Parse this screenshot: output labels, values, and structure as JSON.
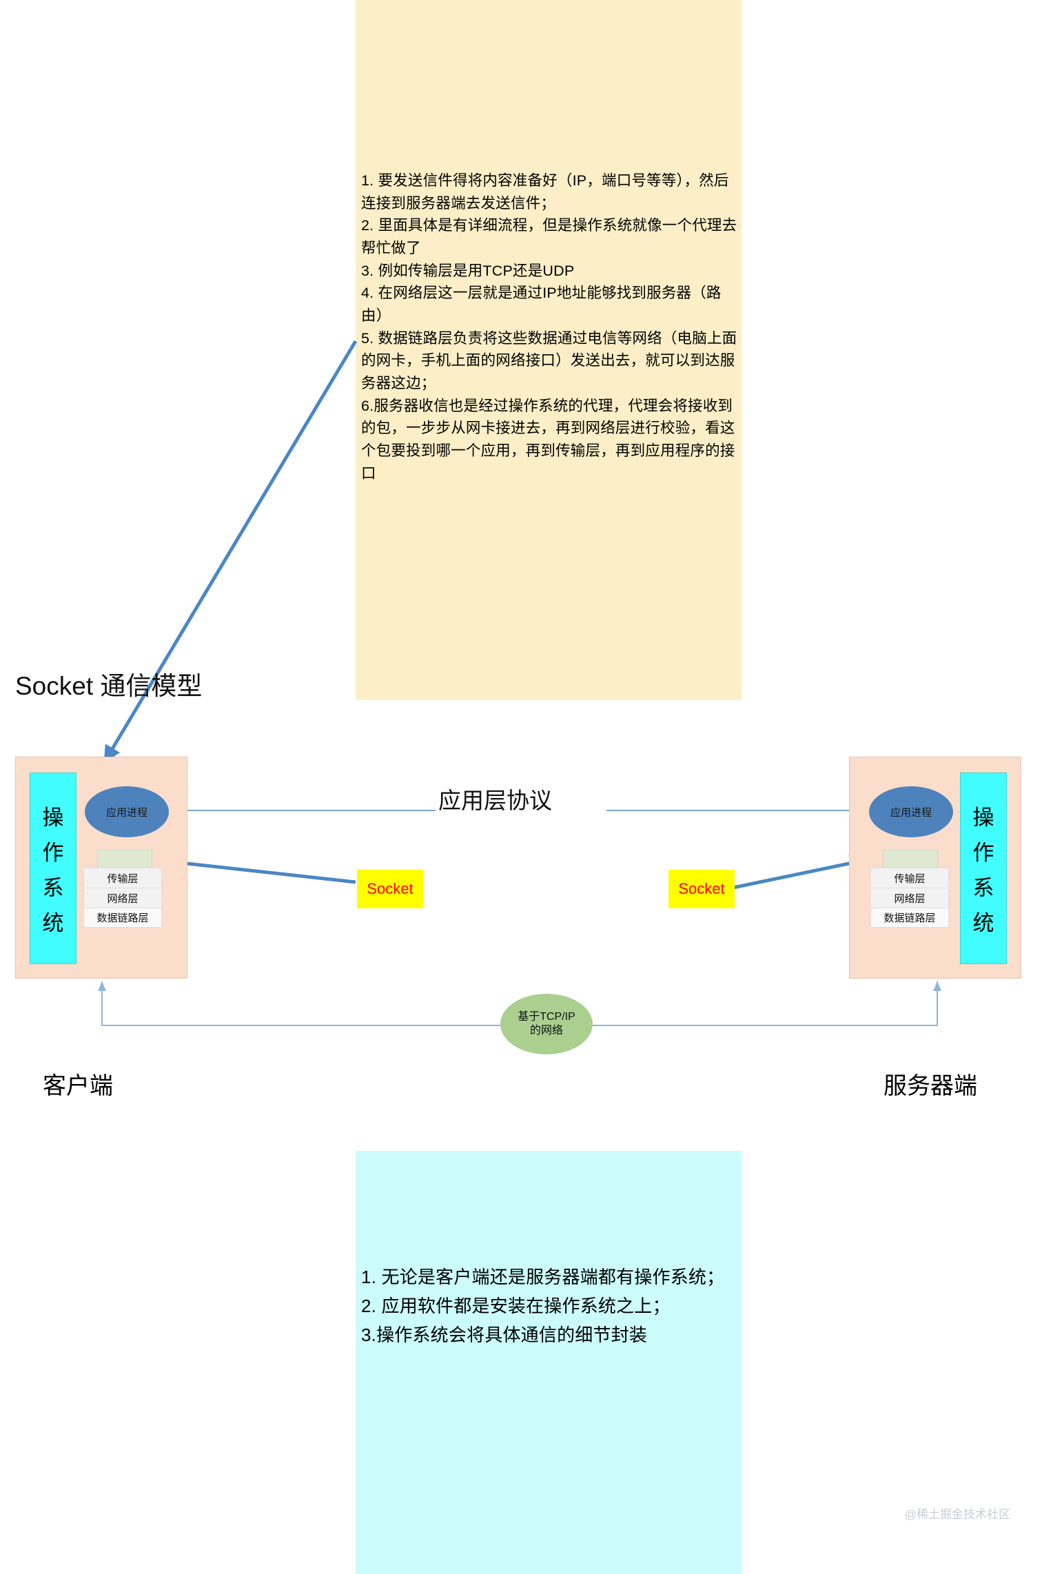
{
  "diagram": {
    "title": "Socket 通信模型",
    "protocol_label": "应用层协议",
    "network_node": {
      "line1": "基于TCP/IP",
      "line2": "的网络"
    },
    "socket_left_label": "Socket",
    "socket_right_label": "Socket",
    "client": {
      "os_label_chars": [
        "操",
        "作",
        "系",
        "统"
      ],
      "app_process_label": "应用进程",
      "layers": [
        "传输层",
        "网络层",
        "数据链路层"
      ],
      "endpoint_label": "客户端"
    },
    "server": {
      "os_label_chars": [
        "操",
        "作",
        "系",
        "统"
      ],
      "app_process_label": "应用进程",
      "layers": [
        "传输层",
        "网络层",
        "数据链路层"
      ],
      "endpoint_label": "服务器端"
    }
  },
  "notes": {
    "top": "1. 要发送信件得将内容准备好（IP，端口号等等），然后连接到服务器端去发送信件；\n2. 里面具体是有详细流程，但是操作系统就像一个代理去帮忙做了\n3. 例如传输层是用TCP还是UDP\n4. 在网络层这一层就是通过IP地址能够找到服务器（路由）\n5. 数据链路层负责将这些数据通过电信等网络（电脑上面的网卡，手机上面的网络接口）发送出去，就可以到达服务器这边；\n6.服务器收信也是经过操作系统的代理，代理会将接收到的包，一步步从网卡接进去，再到网络层进行校验，看这个包要投到哪一个应用，再到传输层，再到应用程序的接口",
    "bottom": "1. 无论是客户端还是服务器端都有操作系统；\n2. 应用软件都是安装在操作系统之上；\n3.操作系统会将具体通信的细节封装"
  },
  "watermark": "@稀土掘金技术社区",
  "colors": {
    "note_top_bg": "#fcefc7",
    "note_bottom_bg": "#ccfbfb",
    "endpoint_bg": "#fbddcb",
    "os_band_bg": "#41fdfd",
    "app_ellipse_bg": "#4d82bc",
    "network_ellipse_bg": "#aacf8f",
    "socket_bg": "#ffff00",
    "socket_fg": "#ff0000",
    "arrow_blue": "#4a87c4",
    "thin_line": "#8fb4d6"
  }
}
